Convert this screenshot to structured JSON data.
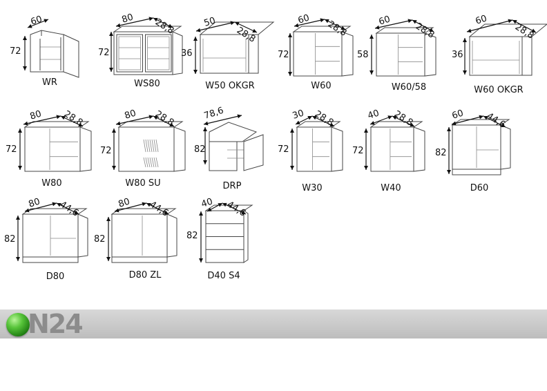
{
  "cabinets": [
    {
      "code": "WR",
      "width": "60",
      "height": "72",
      "depth": ""
    },
    {
      "code": "WS80",
      "width": "80",
      "height": "72",
      "depth": "28,8"
    },
    {
      "code": "W50 OKGR",
      "width": "50",
      "height": "36",
      "depth": "28,8"
    },
    {
      "code": "W60",
      "width": "60",
      "height": "72",
      "depth": "28,8"
    },
    {
      "code": "W60/58",
      "width": "60",
      "height": "58",
      "depth": "28,8"
    },
    {
      "code": "W60 OKGR",
      "width": "60",
      "height": "36",
      "depth": "28,8"
    },
    {
      "code": "W80",
      "width": "80",
      "height": "72",
      "depth": "28,8"
    },
    {
      "code": "W80 SU",
      "width": "80",
      "height": "72",
      "depth": "28,8"
    },
    {
      "code": "DRP",
      "width": "78,6",
      "height": "82",
      "depth": ""
    },
    {
      "code": "W30",
      "width": "30",
      "height": "72",
      "depth": "28,8"
    },
    {
      "code": "W40",
      "width": "40",
      "height": "72",
      "depth": "28,8"
    },
    {
      "code": "D60",
      "width": "60",
      "height": "82",
      "depth": "44,6"
    },
    {
      "code": "D80",
      "width": "80",
      "height": "82",
      "depth": "44,6"
    },
    {
      "code": "D80 ZL",
      "width": "80",
      "height": "82",
      "depth": "44,6"
    },
    {
      "code": "D40 S4",
      "width": "40",
      "height": "82",
      "depth": "44,6"
    }
  ],
  "brand": {
    "logo_text": "N24"
  }
}
